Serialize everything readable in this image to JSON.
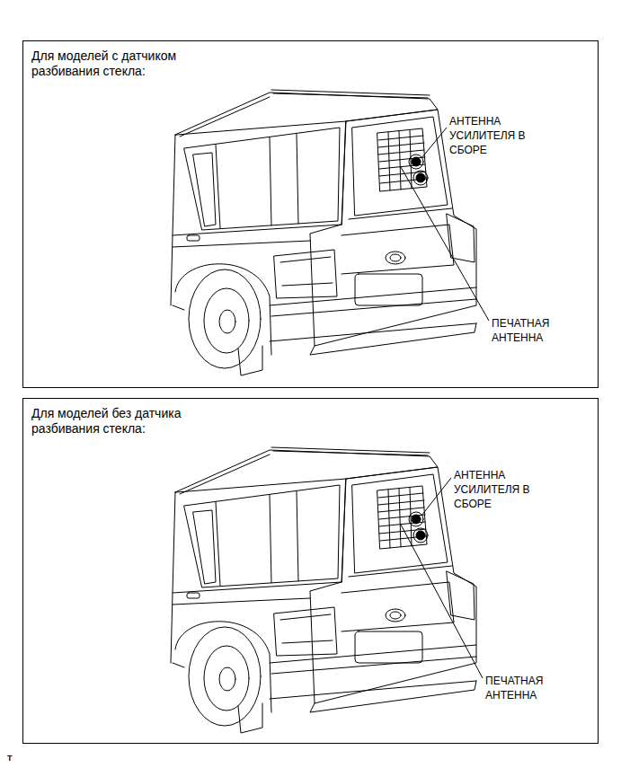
{
  "diagram": {
    "nodes": [
      {
        "text": [
          "Для моделей с датчиком разбивания стекла:"
        ]
      },
      {
        "text": [
          "Для моделей без датчика разбивания стекла:"
        ]
      }
    ],
    "labels": [
      "АНТЕННА УСИЛИТЕЛЯ В СБОРЕ",
      "ПЕЧАТНАЯ АНТЕННА",
      "АНТЕННА УСИЛИТЕЛЯ В СБОРЕ",
      "ПЕЧАТНАЯ АНТЕННА",
      "T"
    ]
  }
}
